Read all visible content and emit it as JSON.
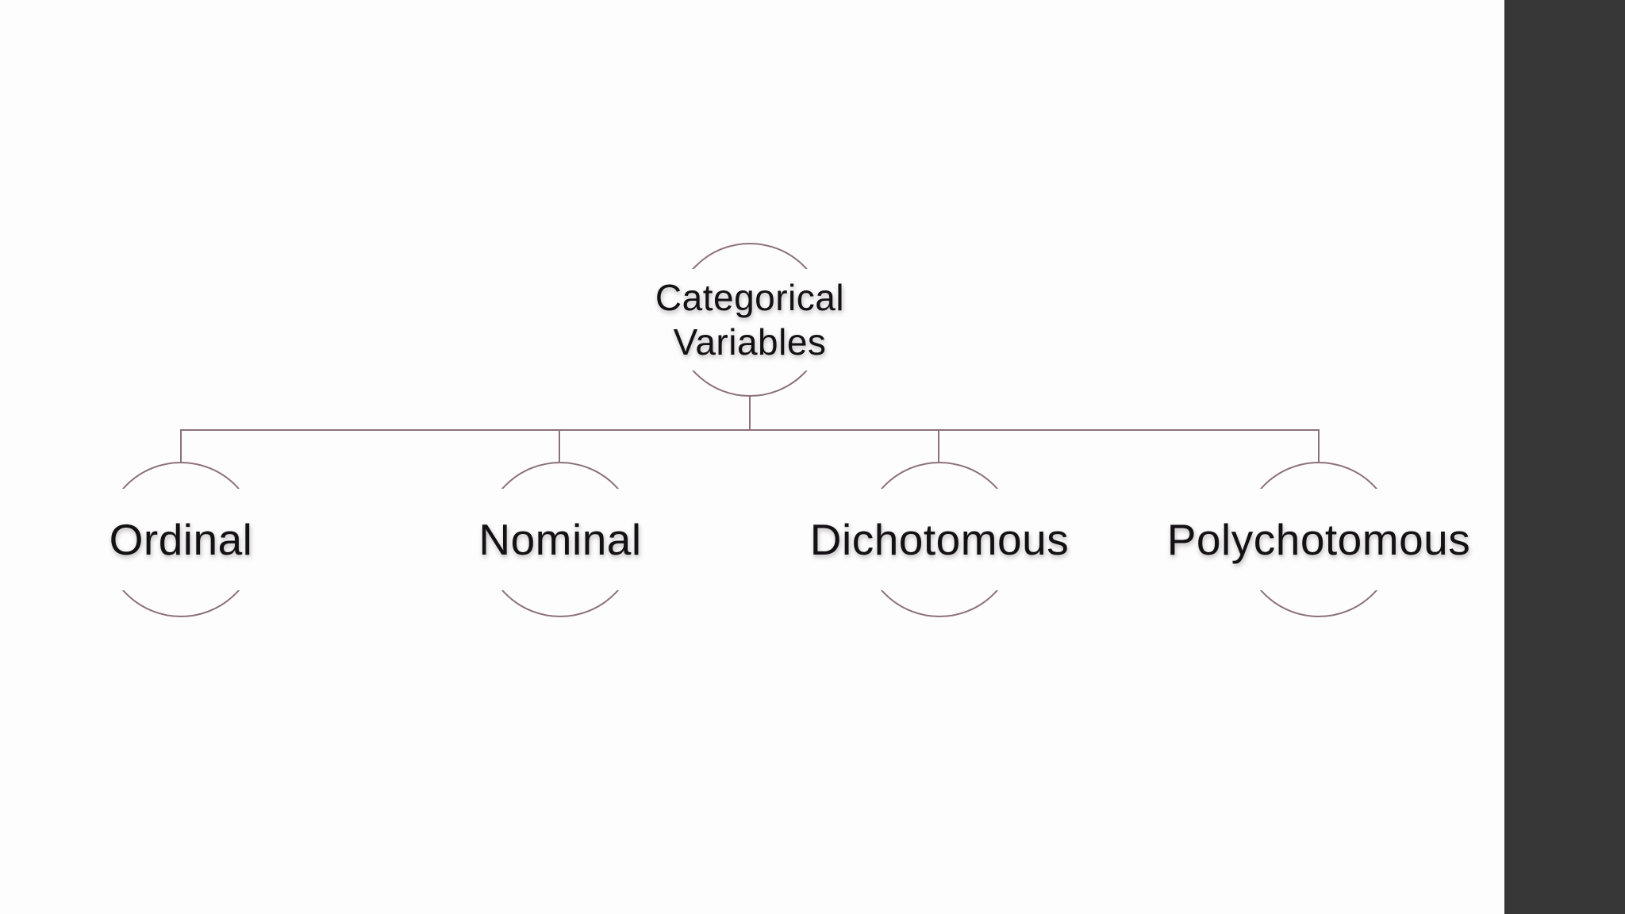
{
  "window": {
    "background": "#fdfdfd",
    "side_panel_color": "#373737"
  },
  "diagram": {
    "type": "hierarchy-tree",
    "stroke_color": "#8c717c",
    "text_color": "#141114",
    "root": {
      "label": "Categorical Variables",
      "line1": "Categorical",
      "line2": "Variables"
    },
    "children": [
      {
        "label": "Ordinal"
      },
      {
        "label": "Nominal"
      },
      {
        "label": "Dichotomous"
      },
      {
        "label": "Polychotomous"
      }
    ]
  }
}
